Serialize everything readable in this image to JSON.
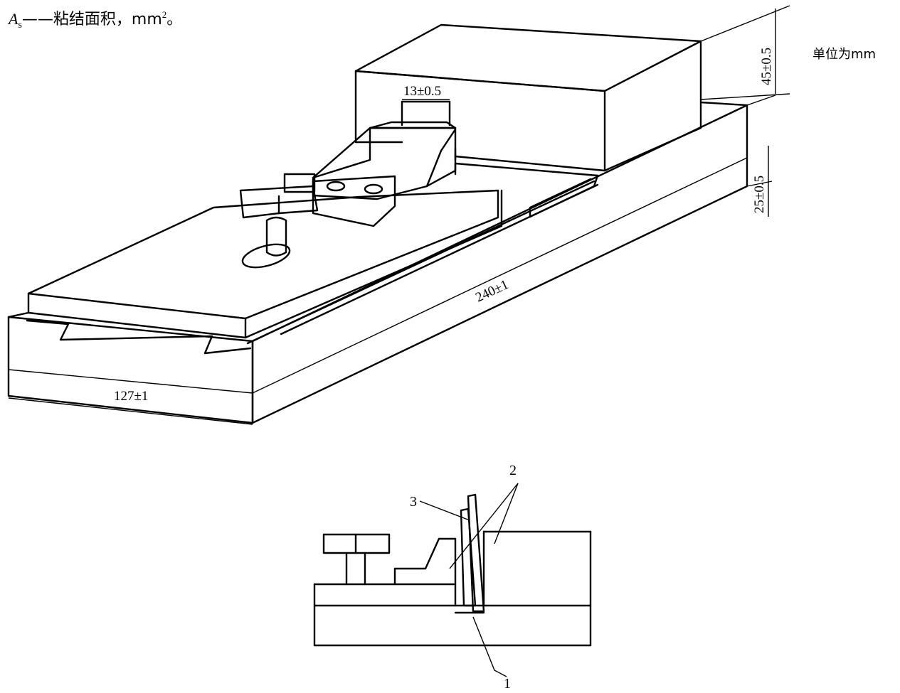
{
  "caption": {
    "symbol": "A",
    "subscript": "s",
    "dash": "——",
    "text": "粘结面积，mm",
    "superscript": "2",
    "tail": "。"
  },
  "unit_note": "单位为mm",
  "dimensions": {
    "slot_width": "13±0.5",
    "block_height": "45±0.5",
    "base_height": "25±0.5",
    "length": "240±1",
    "width": "127±1"
  },
  "callouts": [
    "1",
    "2",
    "3"
  ]
}
